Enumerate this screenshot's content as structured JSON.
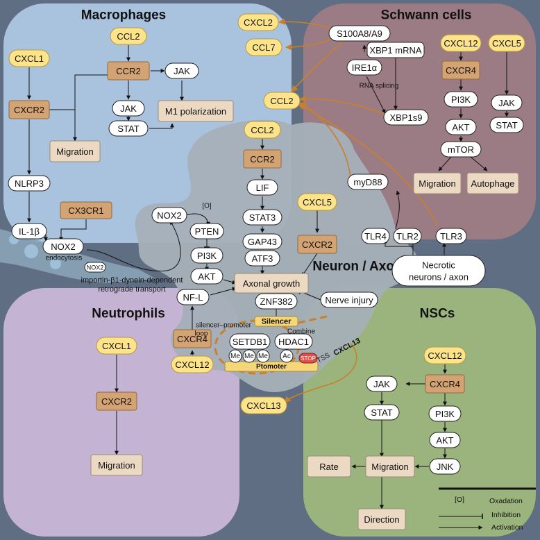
{
  "panels": {
    "macrophages": "Macrophages",
    "schwann": "Schwann cells",
    "neutrophils": "Neutrophils",
    "nscs": "NSCs",
    "neuron": "Neuron / Axon"
  },
  "macrophages": {
    "ccl2": "CCL2",
    "ccr2": "CCR2",
    "jak1": "JAK",
    "jak2": "JAK",
    "stat": "STAT",
    "m1": "M1 polarization",
    "cxcl1": "CXCL1",
    "cxcr2": "CXCR2",
    "migration": "Migration",
    "nlrp3": "NLRP3",
    "il1b": "IL-1β",
    "cx3cr1": "CX3CR1",
    "nox2": "NOX2",
    "endocytosis": "endocytosis",
    "nox2_small": "NOX2",
    "transport1": "importin-β1-dynein-dependent",
    "transport2": "retrograde transport"
  },
  "schwann": {
    "s100": "S100A8/A9",
    "cxcl2": "CXCL2",
    "ccl7": "CCL7",
    "xbp1": "XBP1 mRNA",
    "ire1": "IRE1α",
    "splicing": "RNA splicing",
    "xbp1s": "XBP1s9",
    "ccl2": "CCL2",
    "cxcl12": "CXCL12",
    "cxcr4": "CXCR4",
    "cxcl5": "CXCL5",
    "pi3k": "PI3K",
    "akt": "AKT",
    "mtor": "mTOR",
    "jak": "JAK",
    "stat": "STAT",
    "migration": "Migration",
    "autophage": "Autophage",
    "myd88": "myD88"
  },
  "neuron": {
    "nox2": "NOX2",
    "ox": "[O]",
    "pten": "PTEN",
    "pi3k": "PI3K",
    "akt": "AKT",
    "ccl2": "CCL2",
    "ccr2": "CCR2",
    "lif": "LIF",
    "stat3": "STAT3",
    "gap43": "GAP43",
    "atf3": "ATF3",
    "cxcl5": "CXCL5",
    "cxcr2": "CXCR2",
    "axonal": "Axonal growth",
    "tlr4": "TLR4",
    "tlr2": "TLR2",
    "tlr3": "TLR3",
    "necrotic1": "Necrotic",
    "necrotic2": "neurons / axon",
    "nerve_injury": "Nerve injury",
    "znf382": "ZNF382",
    "silencer": "Silencer",
    "loop1": "silencer–promoter",
    "loop2": "loop",
    "combine": "Combine",
    "setdb1": "SETDB1",
    "hdac1": "HDAC1",
    "me": "Me",
    "ac": "Ac",
    "stop": "STOP",
    "tss": "TSS",
    "cxcl13_label": "CXCL13",
    "promoter": "Ptomoter",
    "nfl": "NF-L",
    "cxcr4": "CXCR4",
    "cxcl12": "CXCL12",
    "cxcl13": "CXCL13"
  },
  "neutrophils": {
    "cxcl1": "CXCL1",
    "cxcr2": "CXCR2",
    "migration": "Migration"
  },
  "nscs": {
    "cxcl12": "CXCL12",
    "cxcr4": "CXCR4",
    "jak": "JAK",
    "stat": "STAT",
    "pi3k": "PI3K",
    "akt": "AKT",
    "jnk": "JNK",
    "migration": "Migration",
    "rate": "Rate",
    "direction": "Direction"
  },
  "legend": {
    "ox_symbol": "[O]",
    "oxidation": "Oxadation",
    "inhibition": "Inhibition",
    "activation": "Activation"
  },
  "colors": {
    "background": "#5f6e83",
    "macrophage_panel": "#a9c2de",
    "schwann_panel": "#9c7c84",
    "neutrophil_panel": "#c5b3d3",
    "nsc_panel": "#9bb37c",
    "neuron_body": "#a5b0b8",
    "ligand": "#fde48a",
    "receptor": "#d4a373",
    "outcome": "#ecd9c4",
    "orange_arrow": "#c9802a"
  }
}
